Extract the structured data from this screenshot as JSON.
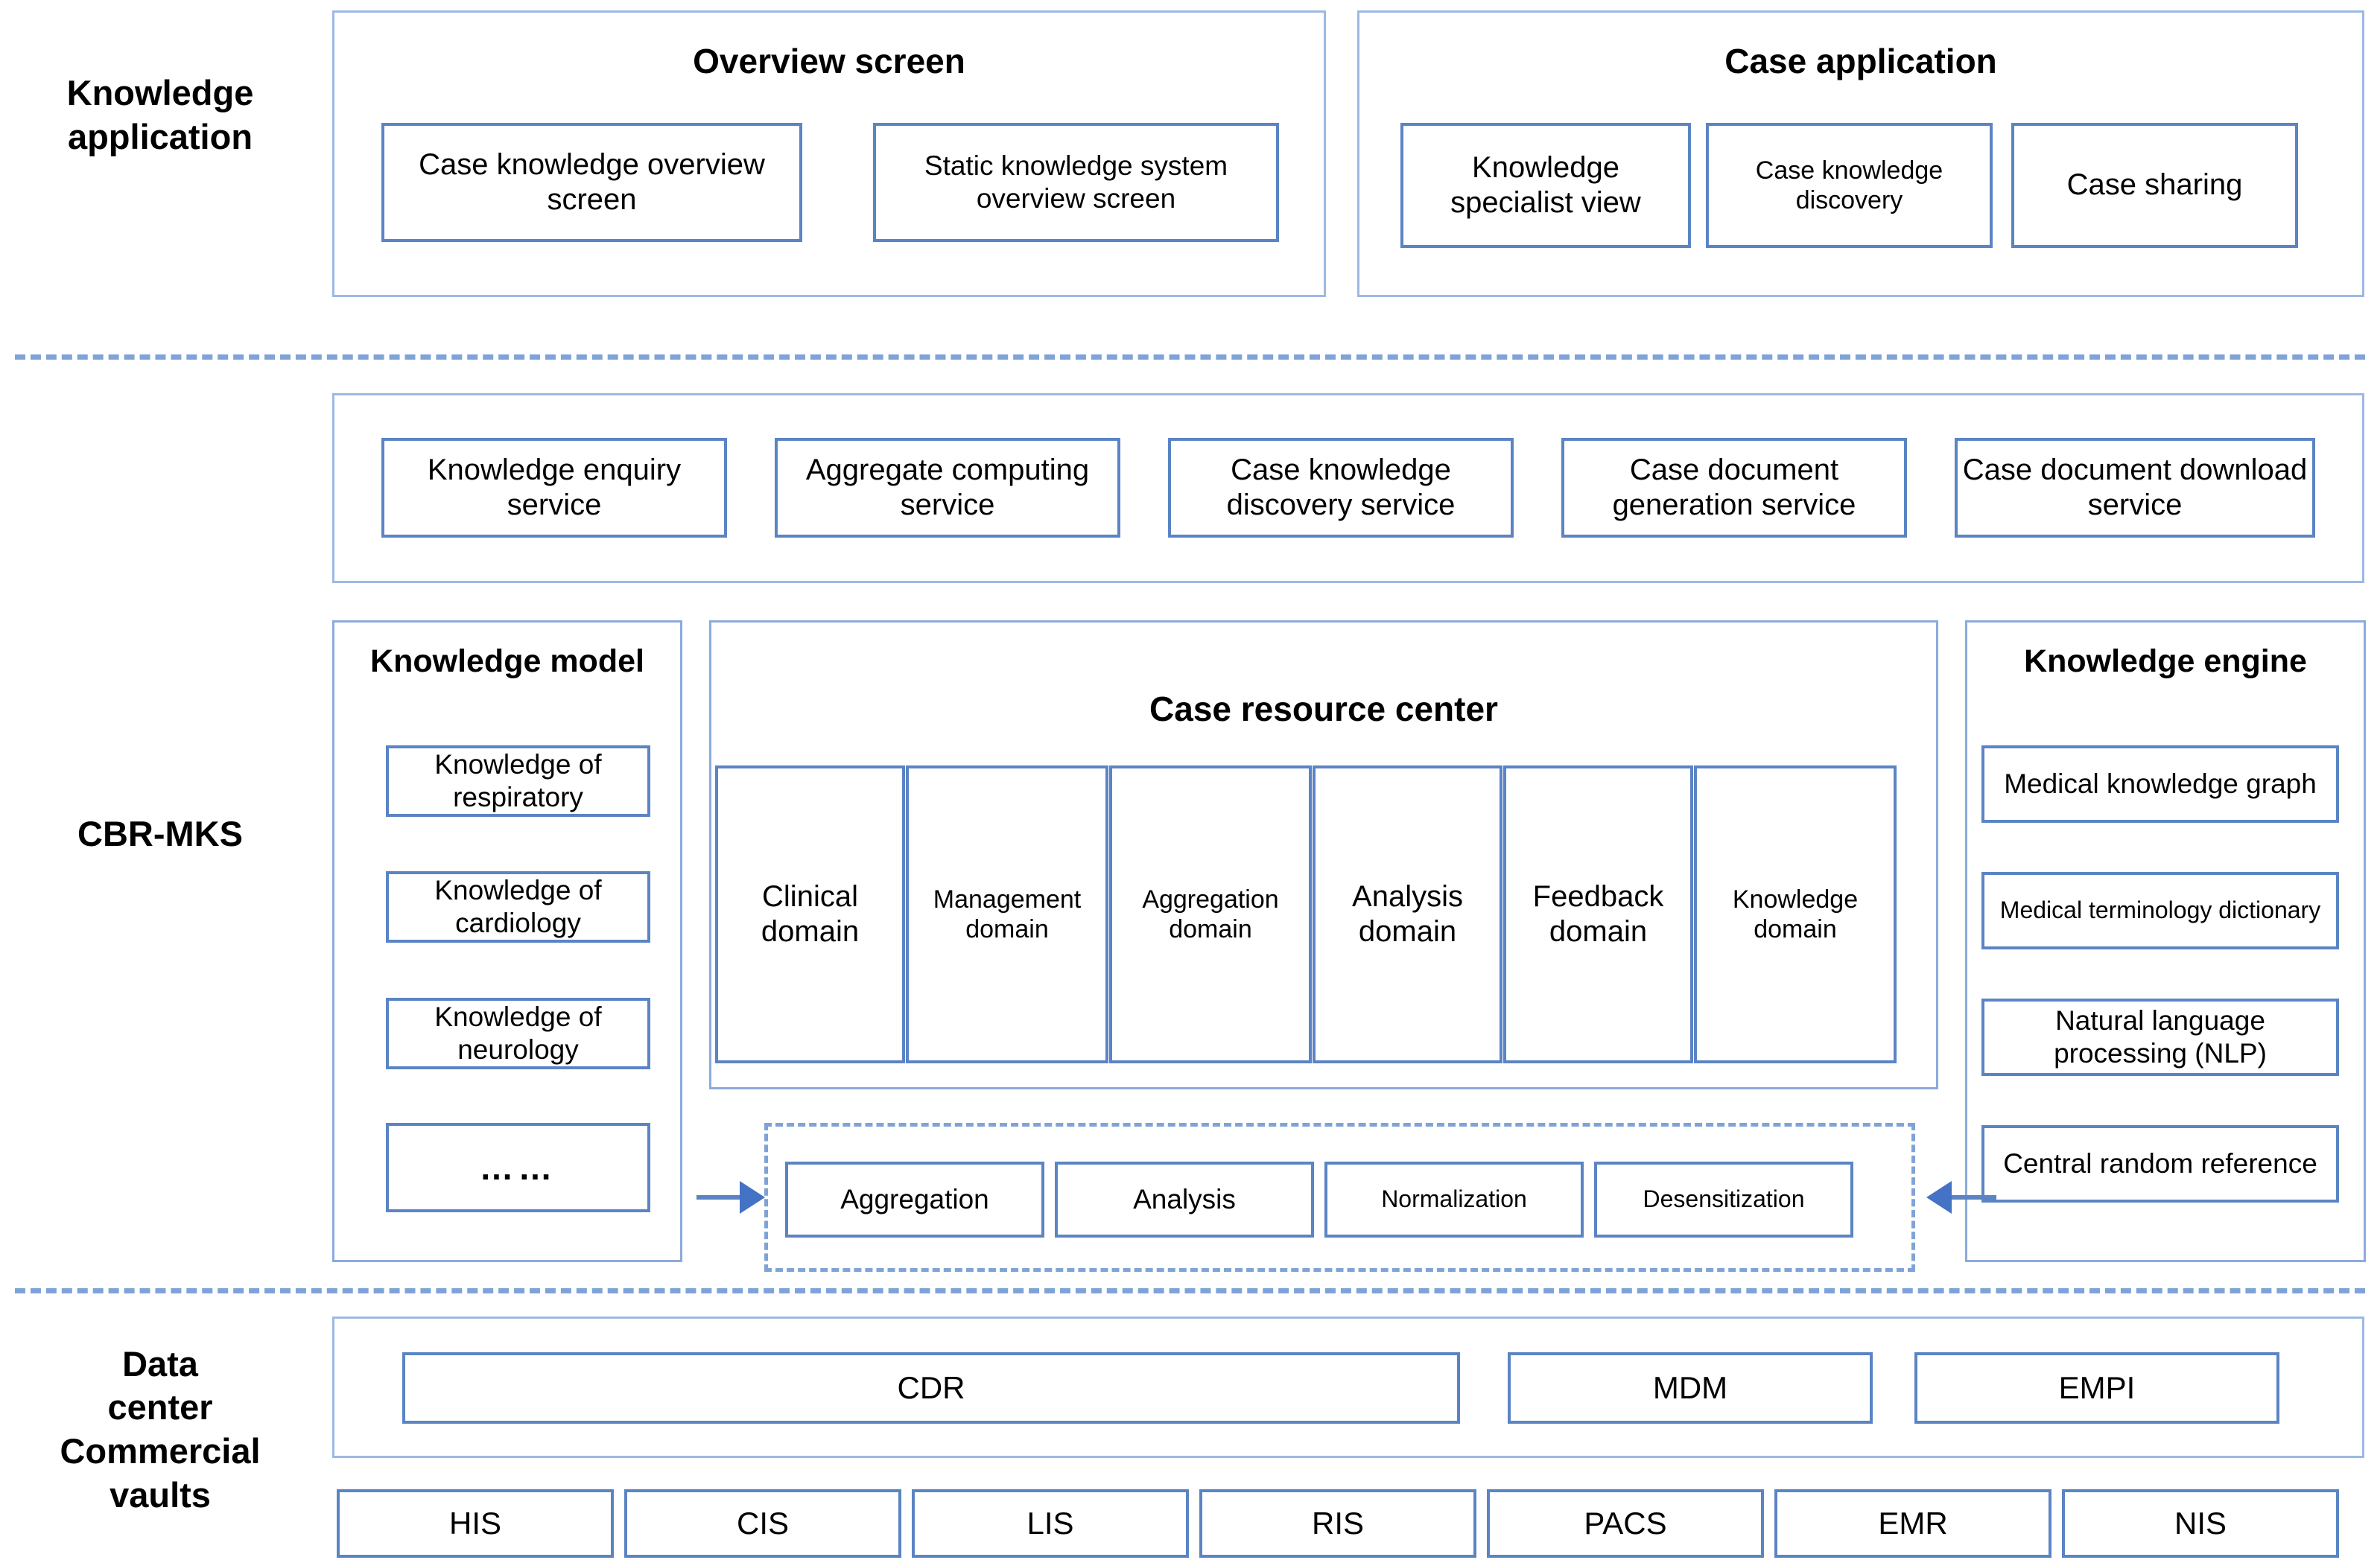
{
  "rows": {
    "knowledge_application": "Knowledge\napplication",
    "cbr_mks": "CBR-MKS",
    "data_center": "Data\ncenter\nCommercial\nvaults"
  },
  "knowledge_application": {
    "overview_screen": {
      "title": "Overview screen",
      "items": [
        "Case knowledge overview screen",
        "Static knowledge system overview screen"
      ]
    },
    "case_application": {
      "title": "Case application",
      "items": [
        "Knowledge specialist view",
        "Case knowledge discovery",
        "Case sharing"
      ]
    }
  },
  "service_layer": {
    "items": [
      "Knowledge enquiry service",
      "Aggregate computing service",
      "Case knowledge discovery service",
      "Case document generation service",
      "Case document download service"
    ]
  },
  "knowledge_model": {
    "title": "Knowledge model",
    "items": [
      "Knowledge of respiratory",
      "Knowledge of cardiology",
      "Knowledge of neurology",
      "……"
    ]
  },
  "case_resource_center": {
    "title": "Case resource center",
    "domains": [
      "Clinical domain",
      "Management domain",
      "Aggregation domain",
      "Analysis domain",
      "Feedback domain",
      "Knowledge domain"
    ]
  },
  "knowledge_engine": {
    "title": "Knowledge engine",
    "items": [
      "Medical knowledge graph",
      "Medical terminology dictionary",
      "Natural language processing (NLP)",
      "Central random reference"
    ]
  },
  "pipeline": {
    "items": [
      "Aggregation",
      "Analysis",
      "Normalization",
      "Desensitization"
    ]
  },
  "data_center": {
    "repositories": [
      "CDR",
      "MDM",
      "EMPI"
    ],
    "source_systems": [
      "HIS",
      "CIS",
      "LIS",
      "RIS",
      "PACS",
      "EMR",
      "NIS"
    ]
  },
  "colors": {
    "leaf_border": "#5B84C4",
    "group_border": "#8CABDC",
    "outer_border": "#9DB9E3",
    "arrow": "#4472C4",
    "dashed": "#7FA3D8"
  }
}
